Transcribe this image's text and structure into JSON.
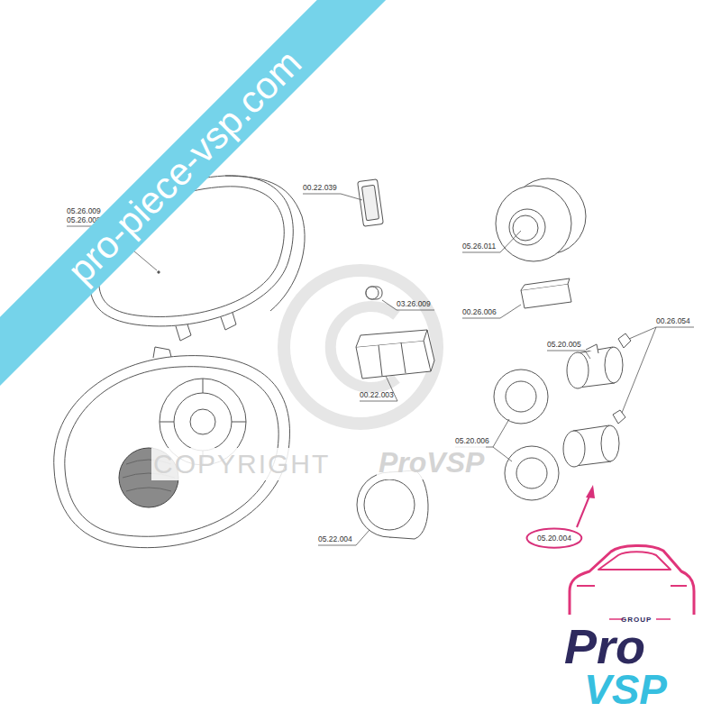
{
  "diagram": {
    "nodes": [
      {
        "text": [
          "pro-piece-vsp.com"
        ]
      },
      {
        "text": [
          "05.20.004"
        ]
      }
    ],
    "labels": [
      "05.26.009",
      "05.26.008",
      "00.22.039",
      "05.26.011",
      "03.26.009",
      "00.26.006",
      "00.26.054",
      "05.20.005",
      "00.22.003",
      "05.20.006",
      "COPYRIGHT",
      "ProVSP",
      "05.22.004",
      "GROUP",
      "Pro",
      "VSP"
    ]
  }
}
